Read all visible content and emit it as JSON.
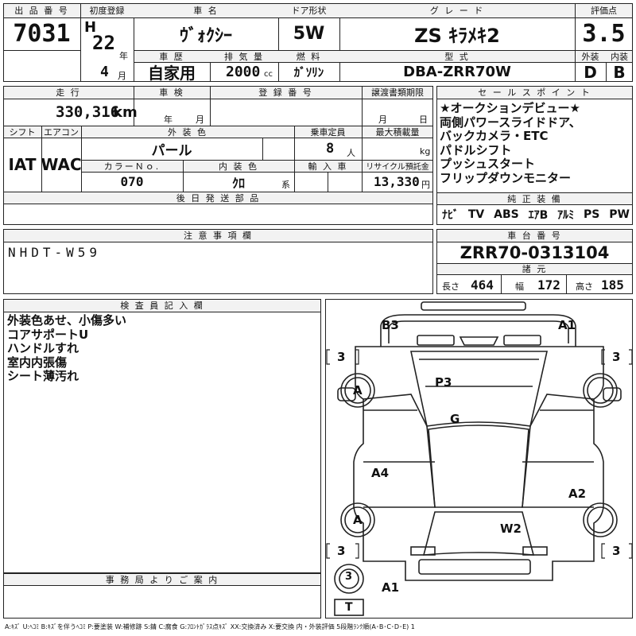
{
  "headers": {
    "lot_no": "出 品 番 号",
    "first_reg": "初度登録",
    "car_name": "車 名",
    "door": "ドア形状",
    "grade": "グ レ ー ド",
    "score": "評価点",
    "history": "車 歴",
    "displacement": "排 気 量",
    "fuel": "燃 料",
    "model_code": "型 式",
    "exterior": "外装",
    "interior": "内装",
    "mileage": "走 行",
    "inspection": "車 検",
    "registration": "登 録 番 号",
    "transfer_deadline": "譲渡書類期限",
    "sales_points": "セ ー ル ス ポ イ ン ト",
    "shift": "シフト",
    "aircon": "エアコン",
    "ext_color": "外 装 色",
    "capacity": "乗車定員",
    "max_load": "最大積載量",
    "color_no": "カラーＮｏ.",
    "int_color": "内 装 色",
    "import": "輸 入 車",
    "recycle": "リサイクル預託金",
    "later_parts": "後 日 発 送 部 品",
    "genuine_equipment": "純 正 装 備",
    "notes": "注 意 事 項 欄",
    "chassis_no": "車 台 番 号",
    "specs": "諸 元",
    "inspector": "検 査 員 記 入 欄",
    "office": "事 務 局 よ り ご 案 内"
  },
  "vehicle": {
    "lot_no": "7031",
    "era": "H",
    "year": "22",
    "year_unit": "年",
    "month": "4",
    "month_unit": "月",
    "car_name": "ｳﾞｫｸｼｰ",
    "door": "5W",
    "grade": "ZS ｷﾗﾒｷ2",
    "score": "3.5",
    "history": "自家用",
    "displacement": "2000",
    "displacement_unit": "cc",
    "fuel": "ｶﾞｿﾘﾝ",
    "model_code": "DBA-ZRR70W",
    "exterior": "D",
    "interior": "B",
    "mileage": "330,316",
    "mileage_unit": "km",
    "inspection_year_unit": "年",
    "inspection_month_unit": "月",
    "transfer_month_unit": "月",
    "transfer_day_unit": "日",
    "shift": "IAT",
    "aircon": "WAC",
    "ext_color": "パール",
    "capacity": "8",
    "capacity_unit": "人",
    "max_load_unit": "kg",
    "color_no": "070",
    "int_color": "ｸﾛ",
    "int_color_suffix": "系",
    "recycle": "13,330",
    "recycle_unit": "円",
    "notes": "NHDT-W59",
    "chassis_no": "ZRR70-0313104",
    "length_label": "長さ",
    "length": "464",
    "width_label": "幅",
    "width": "172",
    "height_label": "高さ",
    "height": "185"
  },
  "sales_points": [
    "★オークションデビュー★",
    "両側パワースライドドア、",
    "バックカメラ・ETC",
    "パドルシフト",
    "プッシュスタート",
    "フリップダウンモニター"
  ],
  "equipment": [
    "ﾅﾋﾞ",
    "TV",
    "ABS",
    "ｴｱB",
    "ｱﾙﾐ",
    "PS",
    "PW"
  ],
  "inspector_notes": [
    "外装色あせ、小傷多い",
    "コアサポートU",
    "ハンドルすれ",
    "室内内張傷",
    "シート薄汚れ"
  ],
  "diagram": {
    "marks": [
      "B3",
      "A1",
      "P3",
      "G",
      "A4",
      "A2",
      "W2",
      "A1"
    ],
    "tires": [
      "A",
      "A"
    ],
    "tire_treads": [
      "3",
      "3",
      "3",
      "3",
      "3"
    ],
    "spare": "T"
  },
  "legend": "A:ｷｽﾞ U:ﾍｺﾐ B:ｷｽﾞを伴うﾍｺﾐ P:要塗装 W:補修跡 S:錆 C:腐食 G:ﾌﾛﾝﾄｶﾞﾗｽ点ｷｽﾞ XX:交換済み X:要交換 内・外装評価 5段階ﾗﾝｸ順(A･B･C･D･E) 1"
}
